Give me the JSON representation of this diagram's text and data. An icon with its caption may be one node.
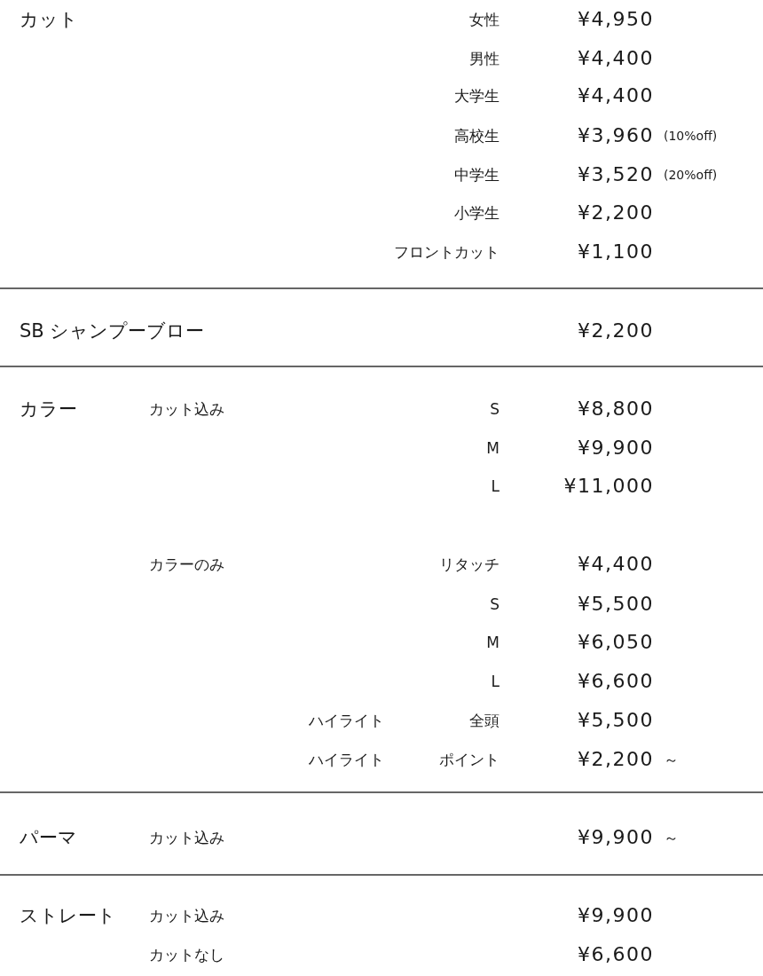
{
  "diagram": {
    "labels": [
      "カット",
      "女性",
      "¥4,950",
      "男性",
      "¥4,400",
      "大学生",
      "¥4,400",
      "高校生",
      "¥3,960",
      "(10%off)",
      "中学生",
      "¥3,520",
      "(20%off)",
      "小学生",
      "¥2,200",
      "フロントカット",
      "¥1,100",
      "SB シャンプーブロー",
      "¥2,200",
      "カラー",
      "カット込み",
      "S",
      "¥8,800",
      "M",
      "¥9,900",
      "L",
      "¥11,000",
      "カラーのみ",
      "リタッチ",
      "¥4,400",
      "S",
      "¥5,500",
      "M",
      "¥6,050",
      "L",
      "¥6,600",
      "ハイライト",
      "全頭",
      "¥5,500",
      "ハイライト",
      "ポイント",
      "¥2,200",
      "～",
      "パーマ",
      "カット込み",
      "¥9,900",
      "～",
      "ストレート",
      "カット込み",
      "¥9,900",
      "カットなし",
      "¥6,600"
    ]
  }
}
